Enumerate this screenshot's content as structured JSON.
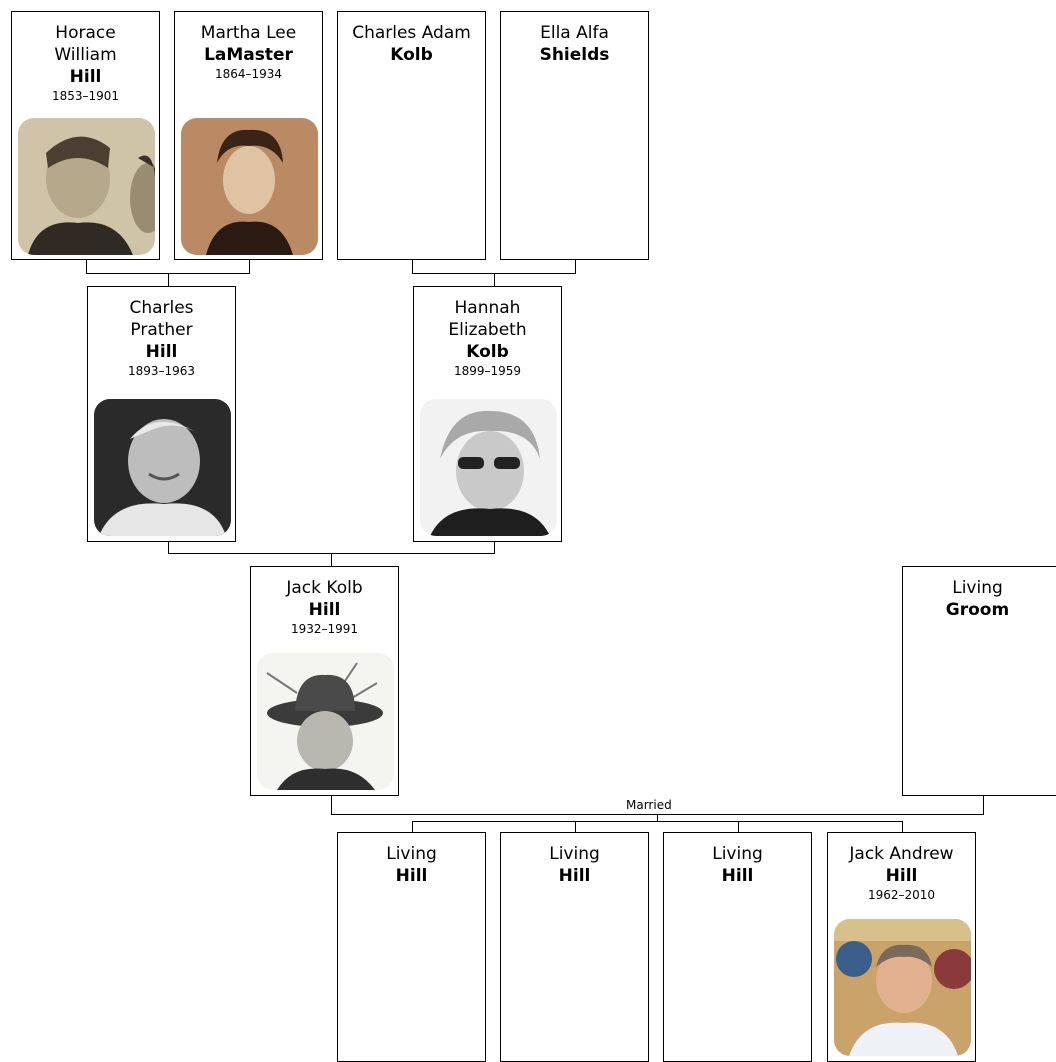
{
  "people": {
    "horace": {
      "given_1": "Horace",
      "given_2": "William",
      "surname": "Hill",
      "years": "1853–1901",
      "photo": "sepia-portrait-photo"
    },
    "martha": {
      "given_1": "Martha Lee",
      "surname": "LaMaster",
      "years": "1864–1934",
      "photo": "sepia-portrait-photo"
    },
    "charles_adam": {
      "given_1": "Charles Adam",
      "surname": "Kolb"
    },
    "ella": {
      "given_1": "Ella Alfa",
      "surname": "Shields"
    },
    "charles_prather": {
      "given_1": "Charles",
      "given_2": "Prather",
      "surname": "Hill",
      "years": "1893–1963",
      "photo": "bw-portrait-photo"
    },
    "hannah": {
      "given_1": "Hannah",
      "given_2": "Elizabeth",
      "surname": "Kolb",
      "years": "1899–1959",
      "photo": "bw-portrait-photo"
    },
    "jack_kolb": {
      "given_1": "Jack Kolb",
      "surname": "Hill",
      "years": "1932–1991",
      "photo": "bw-portrait-photo"
    },
    "living_groom": {
      "given_1": "Living",
      "surname": "Groom"
    },
    "child_1": {
      "given_1": "Living",
      "surname": "Hill"
    },
    "child_2": {
      "given_1": "Living",
      "surname": "Hill"
    },
    "child_3": {
      "given_1": "Living",
      "surname": "Hill"
    },
    "jack_andrew": {
      "given_1": "Jack Andrew",
      "surname": "Hill",
      "years": "1962–2010",
      "photo": "color-portrait-photo"
    }
  },
  "relations": {
    "married_label": "Married"
  }
}
